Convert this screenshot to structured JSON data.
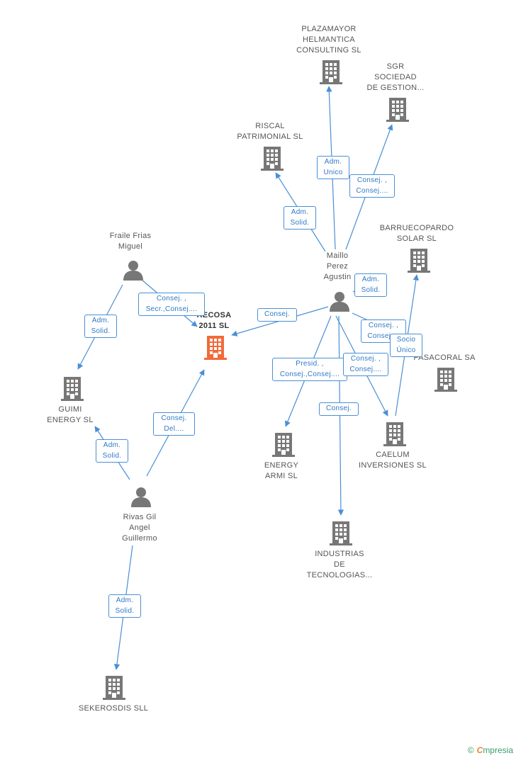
{
  "colors": {
    "edge": "#4a8fd6",
    "node": "#777777",
    "highlight": "#f26b3a",
    "label_text": "#2f78c4"
  },
  "nodes": {
    "plazamayor": {
      "label": "PLAZAMAYOR\nHELMANTICA\nCONSULTING SL",
      "icon": "building-icon"
    },
    "sgr": {
      "label": "SGR\nSOCIEDAD\nDE GESTION...",
      "icon": "building-icon"
    },
    "riscal": {
      "label": "RISCAL\nPATRIMONIAL SL",
      "icon": "building-icon"
    },
    "barruecopardo": {
      "label": "BARRUECOPARDO\nSOLAR SL",
      "icon": "building-icon"
    },
    "maillo": {
      "label": "Maillo\nPerez\nAgustin",
      "icon": "person-icon"
    },
    "fraile": {
      "label": "Fraile Frias\nMiguel",
      "icon": "person-icon"
    },
    "recosa": {
      "label": "RECOSA\n2011 SL",
      "icon": "building-icon"
    },
    "pasacoral": {
      "label": "PASACORAL SA",
      "icon": "building-icon"
    },
    "guimi": {
      "label": "GUIMI\nENERGY SL",
      "icon": "building-icon"
    },
    "energyarmi": {
      "label": "ENERGY\nARMI SL",
      "icon": "building-icon"
    },
    "caelum": {
      "label": "CAELUM\nINVERSIONES SL",
      "icon": "building-icon"
    },
    "rivas": {
      "label": "Rivas Gil\nAngel\nGuillermo",
      "icon": "person-icon"
    },
    "industrias": {
      "label": "INDUSTRIAS\nDE\nTECNOLOGIAS...",
      "icon": "building-icon"
    },
    "sekerosdis": {
      "label": "SEKEROSDIS SLL",
      "icon": "building-icon"
    }
  },
  "edges": {
    "maillo_plazamayor": "Adm.\nUnico",
    "maillo_sgr": "Consej. ,\nConsej....",
    "maillo_riscal": "Adm.\nSolid.",
    "maillo_self": "Adm.\nSolid.",
    "maillo_recosa": "Consej.",
    "maillo_caelum_a": "Consej. ,\nConsej....",
    "caelum_barruecopardo": "Socio\nÚnico",
    "maillo_energyarmi": "Presid. ,\nConsej.,Consej....",
    "maillo_caelum_b": "Consej. ,\nConsej....",
    "maillo_industrias": "Consej.",
    "fraile_recosa": "Consej. ,\nSecr.,Consej....",
    "fraile_guimi": "Adm.\nSolid.",
    "rivas_recosa": "Consej.\nDel....",
    "rivas_guimi": "Adm.\nSolid.",
    "rivas_sekerosdis": "Adm.\nSolid."
  },
  "footer": {
    "copyright": "©",
    "brand_initial": "C",
    "brand_rest": "mpresia"
  }
}
